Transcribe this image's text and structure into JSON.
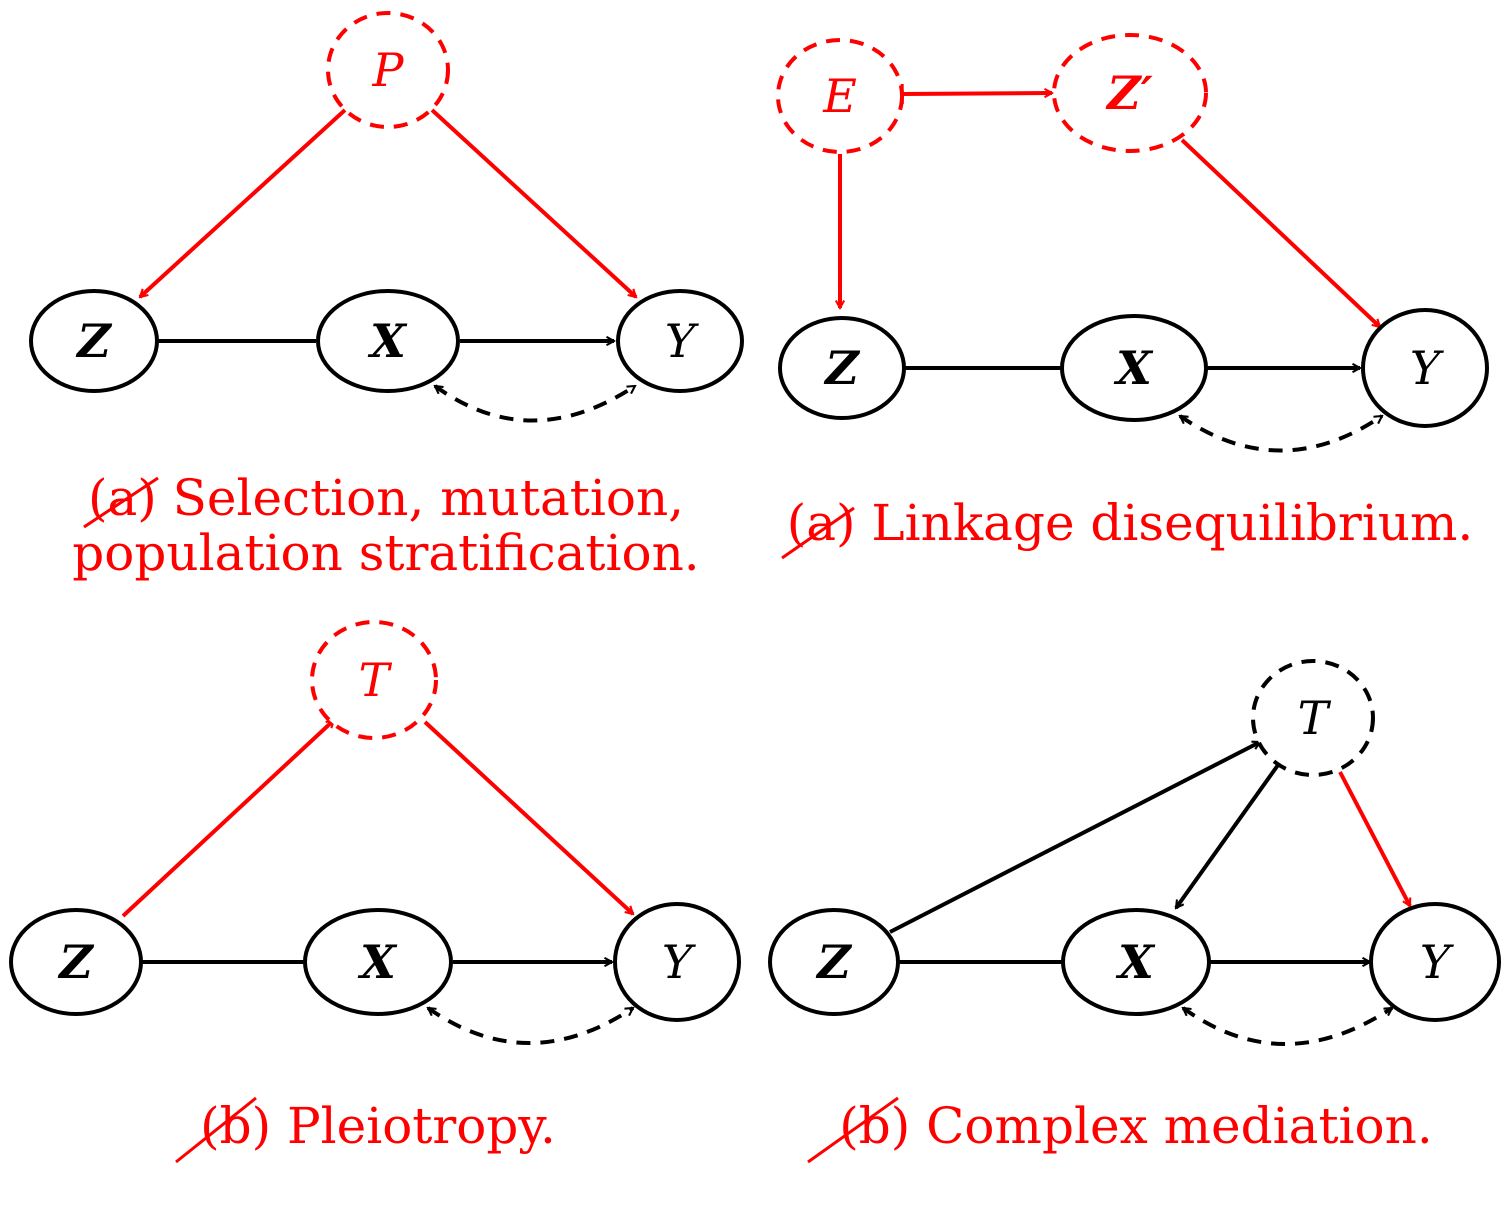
{
  "colors": {
    "red": "#ff0000",
    "black": "#000000"
  },
  "panels": [
    {
      "caption": [
        "(a) Selection, mutation,",
        "population stratification."
      ],
      "nodes": {
        "P": "P",
        "Z": "Z",
        "X": "X",
        "Y": "Y"
      }
    },
    {
      "caption": [
        "(a) Linkage disequilibrium."
      ],
      "nodes": {
        "E": "E",
        "Zp": "Z′",
        "Z": "Z",
        "X": "X",
        "Y": "Y"
      }
    },
    {
      "caption": [
        "(b) Pleiotropy."
      ],
      "nodes": {
        "T": "T",
        "Z": "Z",
        "X": "X",
        "Y": "Y"
      }
    },
    {
      "caption": [
        "(b) Complex mediation."
      ],
      "nodes": {
        "T": "T",
        "Z": "Z",
        "X": "X",
        "Y": "Y"
      }
    }
  ]
}
